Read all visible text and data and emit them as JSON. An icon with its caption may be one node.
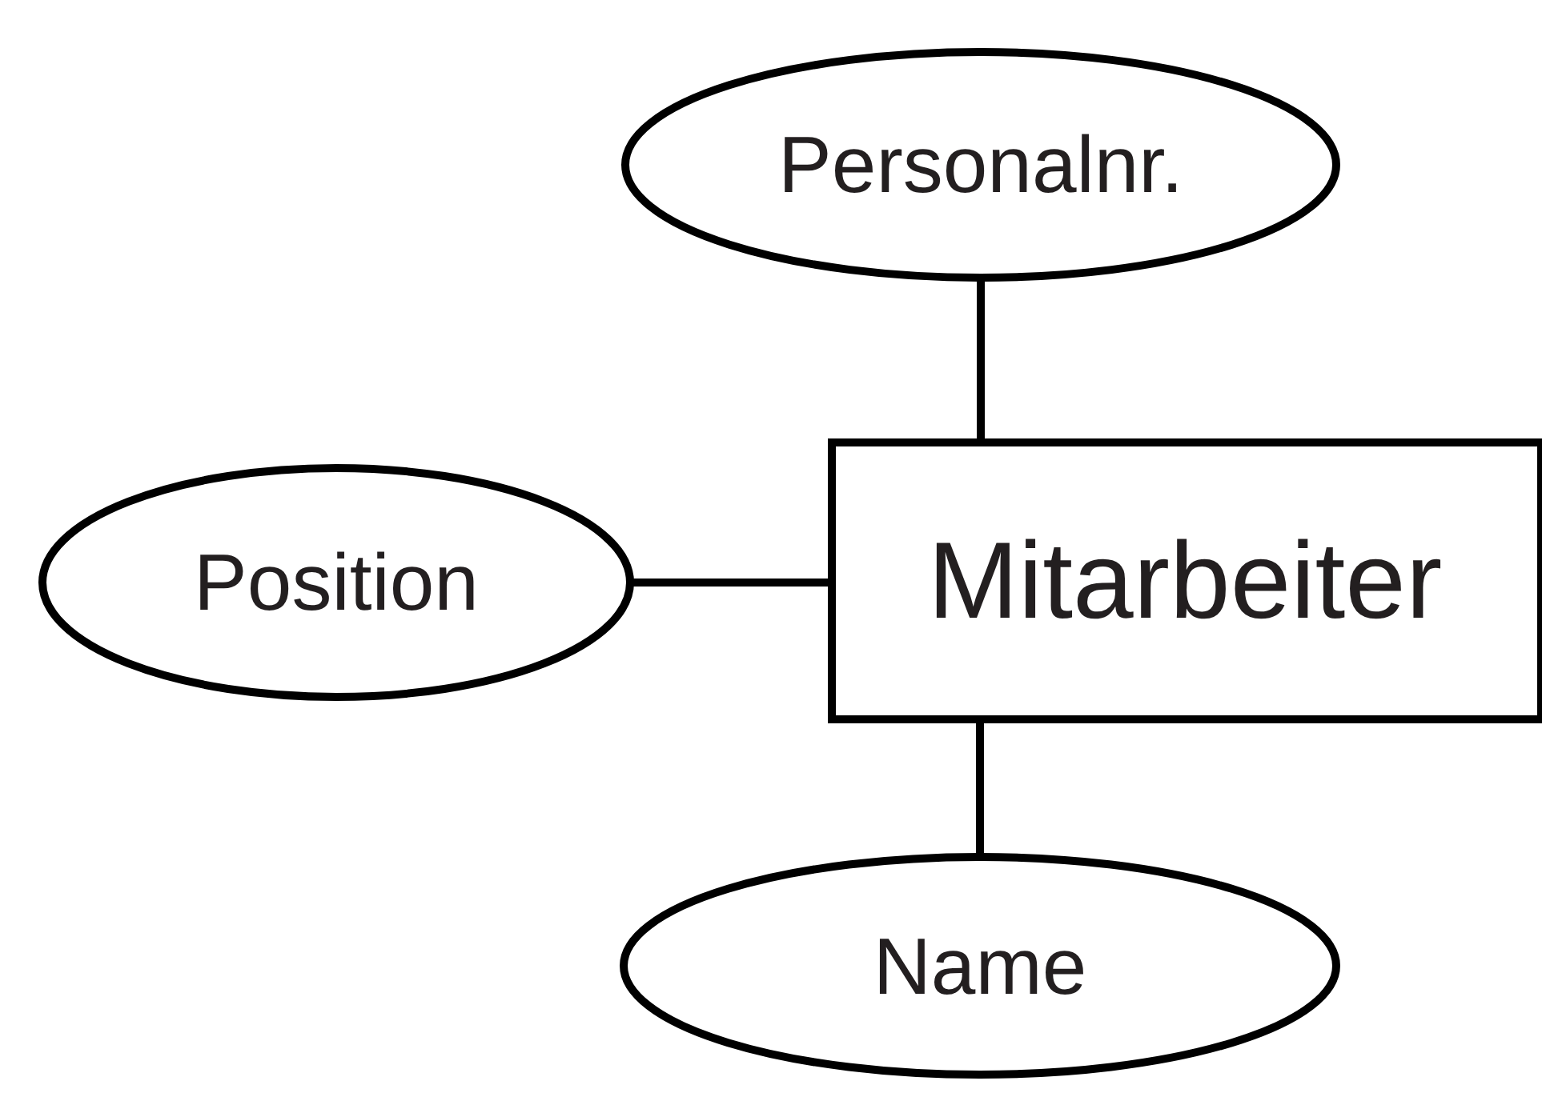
{
  "diagram": {
    "nodes": [
      {
        "text": [
          "Personalnr."
        ]
      },
      {
        "text": [
          "Position"
        ]
      },
      {
        "text": [
          "Mitarbeiter"
        ]
      },
      {
        "text": [
          "Name"
        ]
      }
    ],
    "edges": [
      {
        "from": 0,
        "to": 2,
        "arrow": "none"
      },
      {
        "from": 1,
        "to": 2,
        "arrow": "none"
      },
      {
        "from": 3,
        "to": 2,
        "arrow": "none"
      }
    ]
  }
}
